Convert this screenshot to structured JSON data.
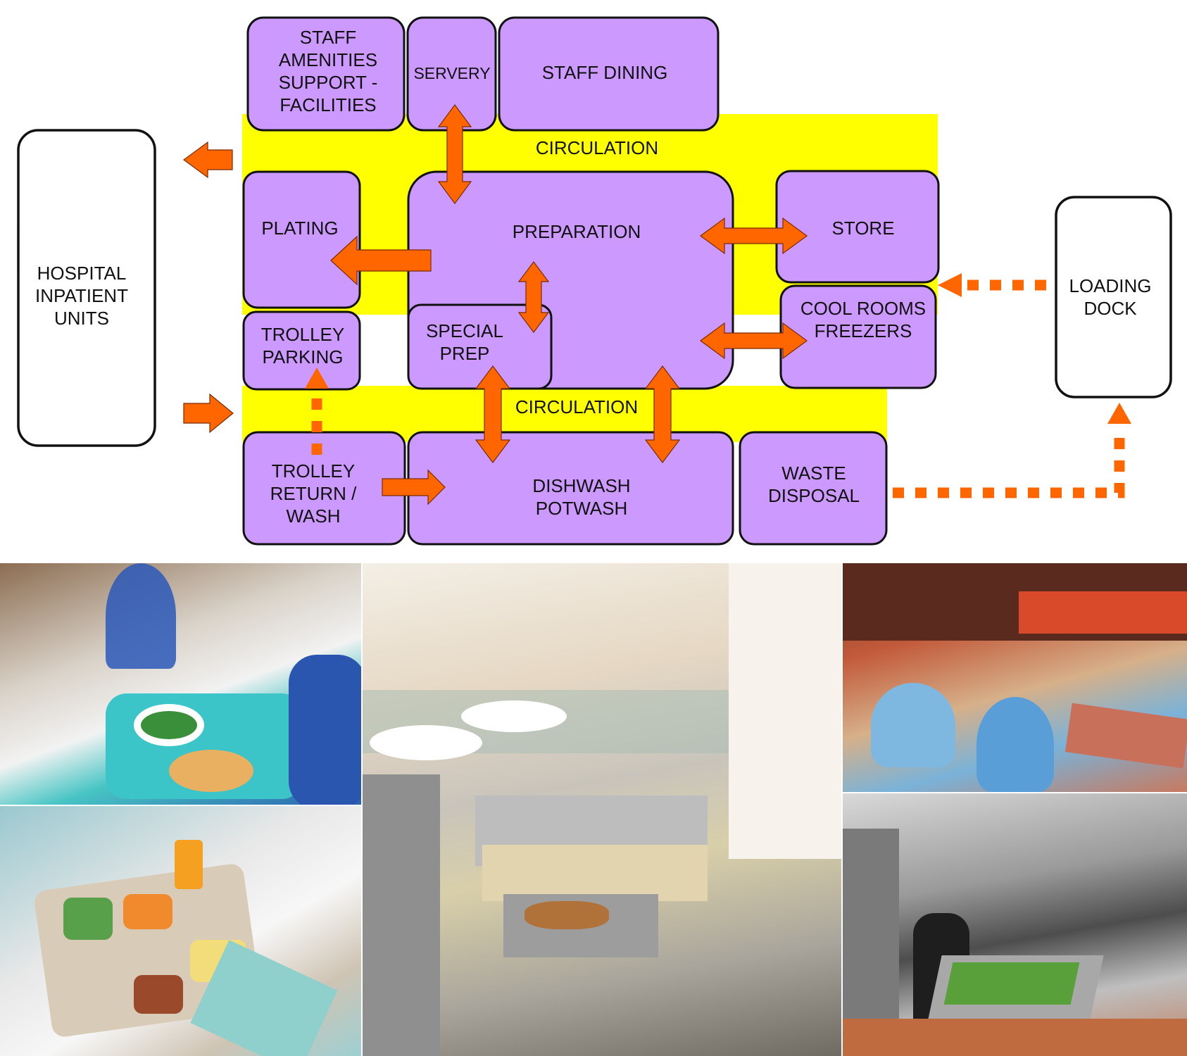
{
  "labels": {
    "hospital_inpatient_units": [
      "HOSPITAL",
      "INPATIENT",
      "UNITS"
    ],
    "staff_amenities": [
      "STAFF",
      "AMENITIES",
      "SUPPORT -",
      "FACILITIES"
    ],
    "servery": [
      "SERVERY"
    ],
    "staff_dining": [
      "STAFF DINING"
    ],
    "circulation_top": [
      "CIRCULATION"
    ],
    "plating": [
      "PLATING"
    ],
    "preparation": [
      "PREPARATION"
    ],
    "store": [
      "STORE"
    ],
    "loading_dock": [
      "LOADING",
      "DOCK"
    ],
    "trolley_parking": [
      "TROLLEY",
      "PARKING"
    ],
    "special_prep": [
      "SPECIAL",
      "PREP"
    ],
    "cool_rooms": [
      "COOL ROOMS",
      "FREEZERS"
    ],
    "circulation_bottom": [
      "CIRCULATION"
    ],
    "trolley_return": [
      "TROLLEY",
      "RETURN /",
      "WASH"
    ],
    "dishwash": [
      "DISHWASH",
      "POTWASH"
    ],
    "waste_disposal": [
      "WASTE",
      "DISPOSAL"
    ]
  },
  "colors": {
    "room_fill": "#cc99ff",
    "circulation_fill": "#ffff00",
    "arrow_fill": "#ff6600"
  },
  "photos": [
    {
      "id": "patient-tray",
      "subject": "patient-meal-tray"
    },
    {
      "id": "meal-trolley",
      "subject": "meal-tray-on-trolley"
    },
    {
      "id": "servery-counter",
      "subject": "servery-food-counter"
    },
    {
      "id": "staff-dining-hall",
      "subject": "staff-dining-room"
    },
    {
      "id": "commercial-kitchen",
      "subject": "preparation-kitchen"
    }
  ]
}
